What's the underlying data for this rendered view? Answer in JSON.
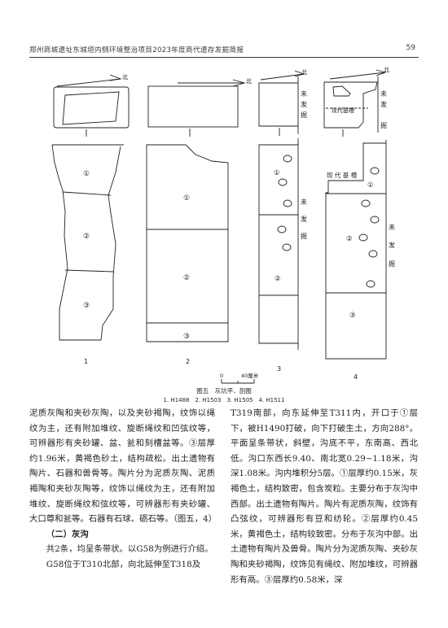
{
  "header": {
    "title": "郑州商城遗址东城垣内侧环境整治项目2023年度商代遗存发掘简报",
    "page_number": "59"
  },
  "figure": {
    "caption": "图五　灰坑平、剖图",
    "legend": "1. H1488　2. H1503　3. H1505　4. H1511",
    "north_label": "北",
    "unexcavated_label": "未发掘",
    "unexcavated_chars": [
      "未",
      "发",
      "掘"
    ],
    "modern_foundation_label": "现代基槽",
    "modern_foundation_spaced": "现 代 基 槽",
    "layer_labels": [
      "①",
      "②",
      "③"
    ],
    "section_numbers": [
      "1",
      "2",
      "3",
      "4"
    ],
    "scale_zero": "0",
    "scale_label": "40厘米"
  },
  "body": {
    "left_column": [
      {
        "kind": "para",
        "text": "泥质灰陶和夹砂灰陶，以及夹砂褐陶，纹饰以绳纹为主，还有附加堆纹、旋断绳纹和凹弦纹等，可辨器形有夹砂罐、盆、瓮和刻槽盆等。③层厚约1.96米，黄褐色砂土，结构疏松。出土遗物有陶片、石器和兽骨等。陶片分为泥质灰陶、泥质褐陶和夹砂灰陶等，纹饰以绳纹为主，还有附加堆纹、旋断绳纹和弦纹等，可辨器形有夹砂罐、大口尊和瓮等。石器有石球、砺石等。（图五，4）"
      },
      {
        "kind": "heading",
        "text": "（二）灰沟"
      },
      {
        "kind": "indent",
        "text": "共2条，均呈条带状。以G58为例进行介绍。"
      },
      {
        "kind": "indent",
        "text": "G58位于T310北部，向北延伸至T318及"
      }
    ],
    "right_column": [
      {
        "kind": "para",
        "text": "T319南部，向东延伸至T311内，开口于①层下，被H1490打破，向下打破生土，方向288°。平面呈条带状，斜壁，沟底不平，东南高、西北低。沟口东西长9.40、南北宽0.29~1.18米，沟深1.08米。沟内堆积分5层。①层厚约0.15米，灰褐色土，结构致密，包含炭粒。主要分布于灰沟中西部。出土遗物有陶片。陶片有泥质灰陶，纹饰有凸弦纹，可辨器形有豆和纺轮。②层厚约0.45米，黄褐色土，结构较致密。分布于灰沟中部。出土遗物有陶片及兽骨。陶片分为泥质灰陶、夹砂灰陶和夹砂褐陶，纹饰见有绳纹、附加堆纹，可辨器形有鬲。③层厚约0.58米，深"
      }
    ]
  }
}
